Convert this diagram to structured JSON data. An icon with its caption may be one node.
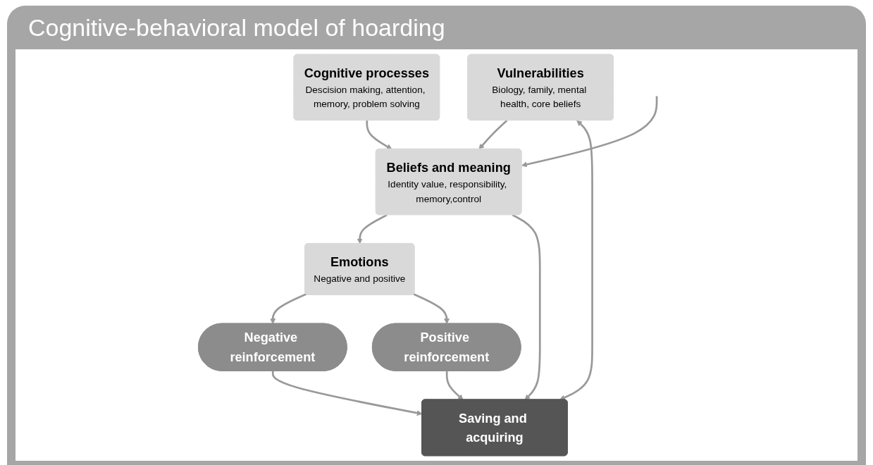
{
  "diagram": {
    "title": "Cognitive-behavioral model of hoarding",
    "nodes": [
      {
        "text": [
          "Vulnerabilities",
          "Biology, family, mental health, core beliefs"
        ]
      },
      {
        "text": [
          "Cognitive processes",
          "Descision making, attention, memory, problem solving"
        ]
      },
      {
        "text": [
          "Beliefs and meaning",
          "Identity value, responsibility, memory,control"
        ]
      },
      {
        "text": [
          "Negative reinforcement"
        ]
      },
      {
        "text": [
          "Emotions",
          "Negative and positive"
        ]
      },
      {
        "text": [
          "Positive reinforcement"
        ]
      },
      {
        "text": [
          "Saving and acquiring"
        ]
      }
    ],
    "edges": [
      {
        "from": 0,
        "to": 2,
        "arrow": "to"
      },
      {
        "from": 1,
        "to": 2,
        "arrow": "to"
      },
      {
        "from": null,
        "to": 2,
        "arrow": "to"
      },
      {
        "from": 2,
        "to": 4,
        "arrow": "to"
      },
      {
        "from": 4,
        "to": 3,
        "arrow": "to"
      },
      {
        "from": 4,
        "to": 5,
        "arrow": "to"
      },
      {
        "from": 3,
        "to": 6,
        "arrow": "to"
      },
      {
        "from": 5,
        "to": 6,
        "arrow": "to"
      },
      {
        "from": 2,
        "to": 6,
        "arrow": "to"
      },
      {
        "from": 6,
        "to": 0,
        "arrow": "both"
      }
    ]
  }
}
